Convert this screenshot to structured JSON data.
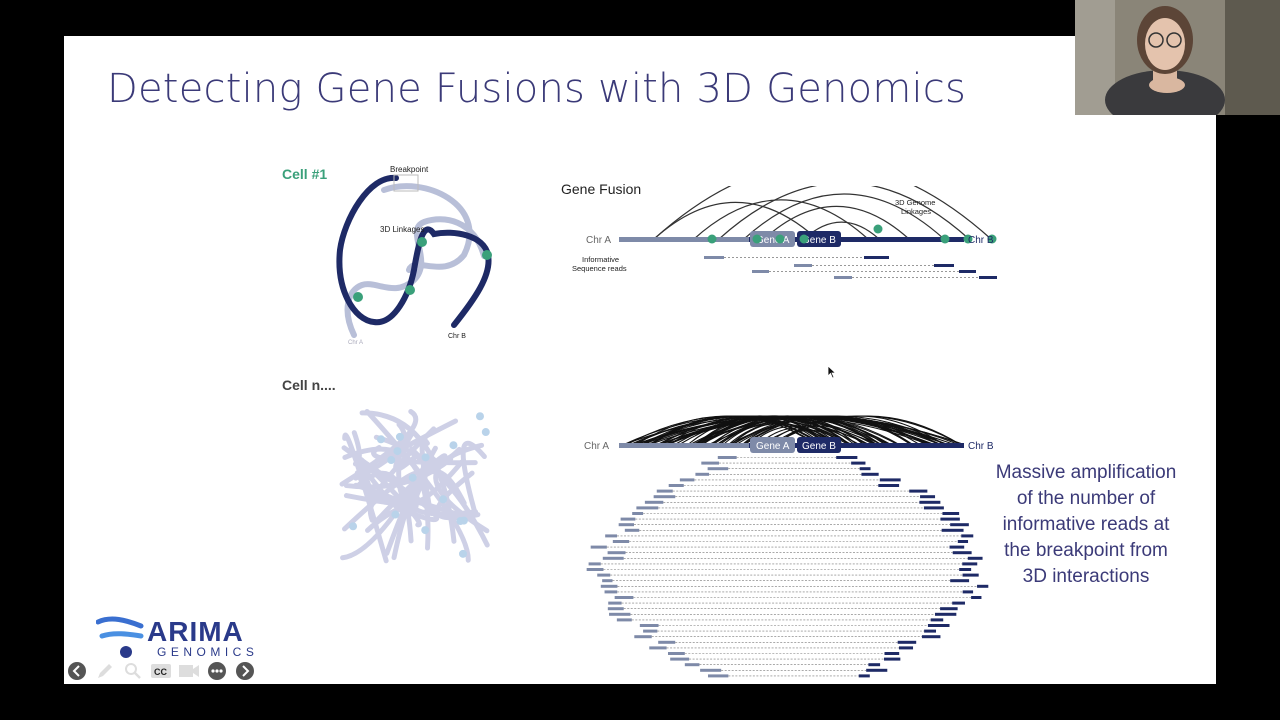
{
  "slide": {
    "title": "Detecting Gene Fusions with 3D Genomics",
    "cell1_label": "Cell #1",
    "celln_label": "Cell n....",
    "gene_fusion_label": "Gene Fusion",
    "breakpoint_label": "Breakpoint",
    "linkages_label": "3D Linkages",
    "chr_a_label": "Chr A",
    "chr_b_label": "Chr B",
    "genome_linkages_label_1": "3D Genome",
    "genome_linkages_label_2": "Linkages",
    "informative_label_1": "Informative",
    "informative_label_2": "Sequence reads",
    "gene_a": "Gene A",
    "gene_b": "Gene B",
    "massive_text": "Massive amplification of the number of informative reads at the breakpoint from 3D interactions",
    "logo_text": "ARIMA",
    "logo_sub": "GENOMICS"
  },
  "colors": {
    "title": "#3b3a78",
    "chr_a": "#7e8aa8",
    "chr_b": "#1e2a66",
    "linkage_dot": "#3aa07a",
    "light_chromatin": "#b8bfd8"
  },
  "toolbar": {
    "icons": [
      "arrow-left-icon",
      "pen-icon",
      "zoom-icon",
      "captions-icon",
      "video-icon",
      "more-icon",
      "arrow-right-icon"
    ]
  }
}
